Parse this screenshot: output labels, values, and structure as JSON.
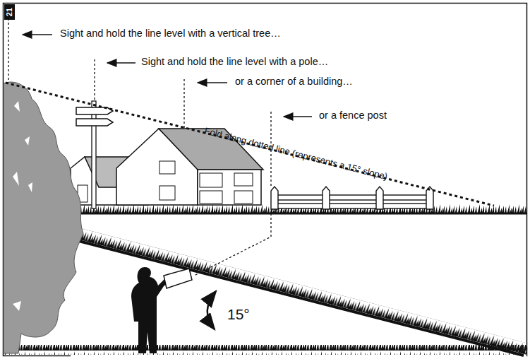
{
  "diagram": {
    "nodes": [
      {
        "text": [
          "21"
        ]
      }
    ],
    "labels": [
      "Sight and hold the line level with a vertical tree…",
      "Sight and hold the line level with a pole…",
      "or a corner of a building…",
      "or a fence post",
      "Fold along dotted line (represents a 15° slope)",
      "15°"
    ]
  }
}
